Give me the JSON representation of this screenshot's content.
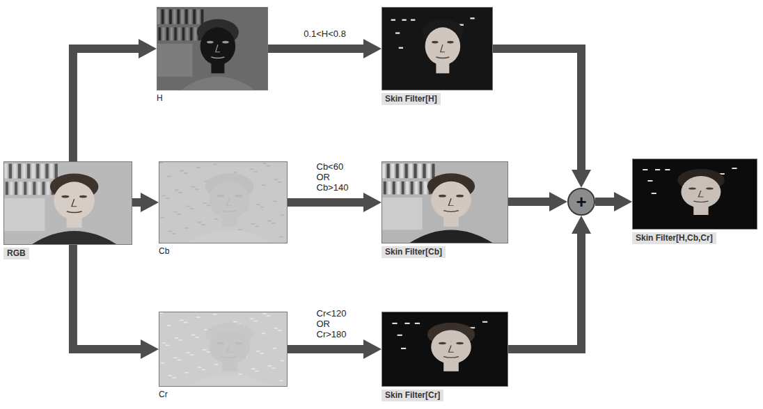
{
  "diagram": {
    "nodes": [
      {
        "text": [
          "RGB"
        ]
      },
      {
        "text": [
          "H"
        ]
      },
      {
        "text": [
          "Cb"
        ]
      },
      {
        "text": [
          "Cr"
        ]
      },
      {
        "text": [
          "Skin Filter[H]"
        ]
      },
      {
        "text": [
          "Skin Filter[Cb]"
        ]
      },
      {
        "text": [
          "Skin Filter[Cr]"
        ]
      },
      {
        "text": [
          "+"
        ]
      },
      {
        "text": [
          "Skin Filter[H,Cb,Cr]"
        ]
      }
    ],
    "edges": [
      {
        "from": 0,
        "to": 1,
        "arrow": "to"
      },
      {
        "from": 0,
        "to": 2,
        "arrow": "to"
      },
      {
        "from": 0,
        "to": 3,
        "arrow": "to"
      },
      {
        "from": 1,
        "to": 4,
        "label": "0.1<H<0.8",
        "arrow": "to"
      },
      {
        "from": 2,
        "to": 5,
        "label": "Cb<60 OR Cb>140",
        "arrow": "to"
      },
      {
        "from": 3,
        "to": 6,
        "label": "Cr<120 OR Cr>180",
        "arrow": "to"
      },
      {
        "from": 4,
        "to": 7,
        "arrow": "to"
      },
      {
        "from": 5,
        "to": 7,
        "arrow": "to"
      },
      {
        "from": 6,
        "to": 7,
        "arrow": "to"
      },
      {
        "from": 7,
        "to": 8,
        "arrow": "to"
      }
    ]
  }
}
